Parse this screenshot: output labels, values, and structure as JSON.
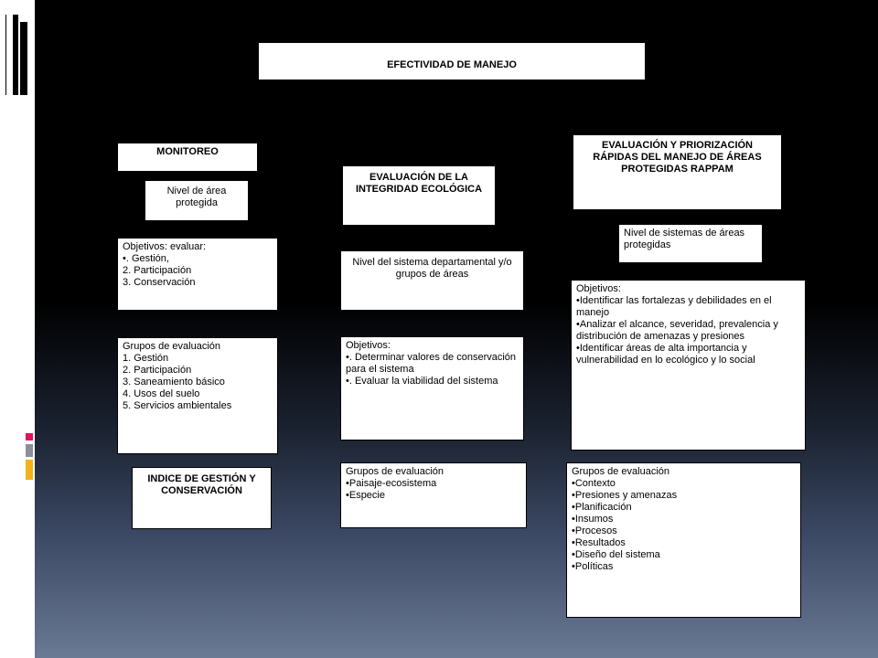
{
  "diagram": {
    "title": "EFECTIVIDAD DE MANEJO",
    "monitoreo": {
      "header": "MONITOREO",
      "nivel": "Nivel de área protegida",
      "objetivos_title": "Objetivos: evaluar:",
      "objetivos": [
        "•. Gestión,",
        "2. Participación",
        "3. Conservación"
      ],
      "grupos_title": "Grupos de evaluación",
      "grupos": [
        "1. Gestión",
        "2. Participación",
        "3. Saneamiento básico",
        "4. Usos del suelo",
        "5. Servicios ambientales"
      ],
      "indice": "INDICE DE GESTIÓN Y CONSERVACIÓN"
    },
    "integridad": {
      "header": "EVALUACIÓN  DE LA INTEGRIDAD ECOLÓGICA",
      "nivel": "Nivel del sistema departamental y/o grupos de áreas",
      "objetivos_title": "Objetivos:",
      "objetivos": [
        "•. Determinar valores de conservación para el sistema",
        "•. Evaluar la viabilidad del sistema"
      ],
      "grupos_title": "Grupos de evaluación",
      "grupos": [
        "•Paisaje-ecosistema",
        "•Especie"
      ]
    },
    "rappam": {
      "header": "EVALUACIÓN  Y PRIORIZACIÓN RÁPIDAS DEL MANEJO DE ÁREAS PROTEGIDAS RAPPAM",
      "nivel": "Nivel de sistemas de áreas protegidas",
      "objetivos_title": "Objetivos:",
      "objetivos": [
        "•Identificar las fortalezas y debilidades en el manejo",
        "•Analizar el alcance,  severidad, prevalencia y distribución de amenazas y presiones",
        "•Identificar áreas de alta importancia y vulnerabilidad en lo ecológico y lo social"
      ],
      "grupos_title": "Grupos de evaluación",
      "grupos": [
        "•Contexto",
        "•Presiones y amenazas",
        "•Planificación",
        "•Insumos",
        "•Procesos",
        "•Resultados",
        "•Diseño del sistema",
        "•Políticas"
      ]
    }
  },
  "colors": {
    "accent_pink": "#e0125f",
    "accent_gray": "#8a8f99",
    "accent_yellow": "#f2b21b"
  }
}
